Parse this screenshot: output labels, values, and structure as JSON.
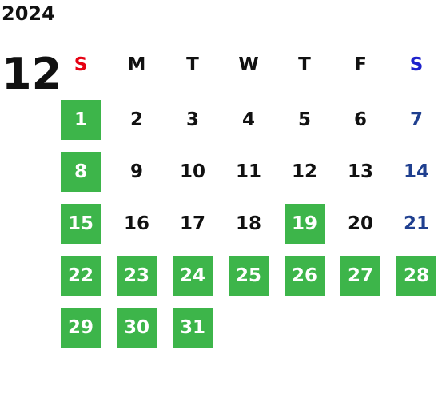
{
  "calendar": {
    "year": "2024",
    "month": "12",
    "weekdays": [
      "S",
      "M",
      "T",
      "W",
      "T",
      "F",
      "S"
    ],
    "first_weekday_index": 0,
    "days": [
      {
        "n": "1",
        "highlight": true
      },
      {
        "n": "2",
        "highlight": false
      },
      {
        "n": "3",
        "highlight": false
      },
      {
        "n": "4",
        "highlight": false
      },
      {
        "n": "5",
        "highlight": false
      },
      {
        "n": "6",
        "highlight": false
      },
      {
        "n": "7",
        "highlight": false
      },
      {
        "n": "8",
        "highlight": true
      },
      {
        "n": "9",
        "highlight": false
      },
      {
        "n": "10",
        "highlight": false
      },
      {
        "n": "11",
        "highlight": false
      },
      {
        "n": "12",
        "highlight": false
      },
      {
        "n": "13",
        "highlight": false
      },
      {
        "n": "14",
        "highlight": false
      },
      {
        "n": "15",
        "highlight": true
      },
      {
        "n": "16",
        "highlight": false
      },
      {
        "n": "17",
        "highlight": false
      },
      {
        "n": "18",
        "highlight": false
      },
      {
        "n": "19",
        "highlight": true
      },
      {
        "n": "20",
        "highlight": false
      },
      {
        "n": "21",
        "highlight": false
      },
      {
        "n": "22",
        "highlight": true
      },
      {
        "n": "23",
        "highlight": true
      },
      {
        "n": "24",
        "highlight": true
      },
      {
        "n": "25",
        "highlight": true
      },
      {
        "n": "26",
        "highlight": true
      },
      {
        "n": "27",
        "highlight": true
      },
      {
        "n": "28",
        "highlight": true
      },
      {
        "n": "29",
        "highlight": true
      },
      {
        "n": "30",
        "highlight": true
      },
      {
        "n": "31",
        "highlight": true
      }
    ]
  },
  "colors": {
    "highlight_bg": "#3db54a",
    "highlight_text": "#ffffff",
    "sunday_header": "#e60012",
    "saturday_header": "#1e22cc",
    "saturday_day": "#1f3f8f",
    "default_text": "#111111"
  }
}
